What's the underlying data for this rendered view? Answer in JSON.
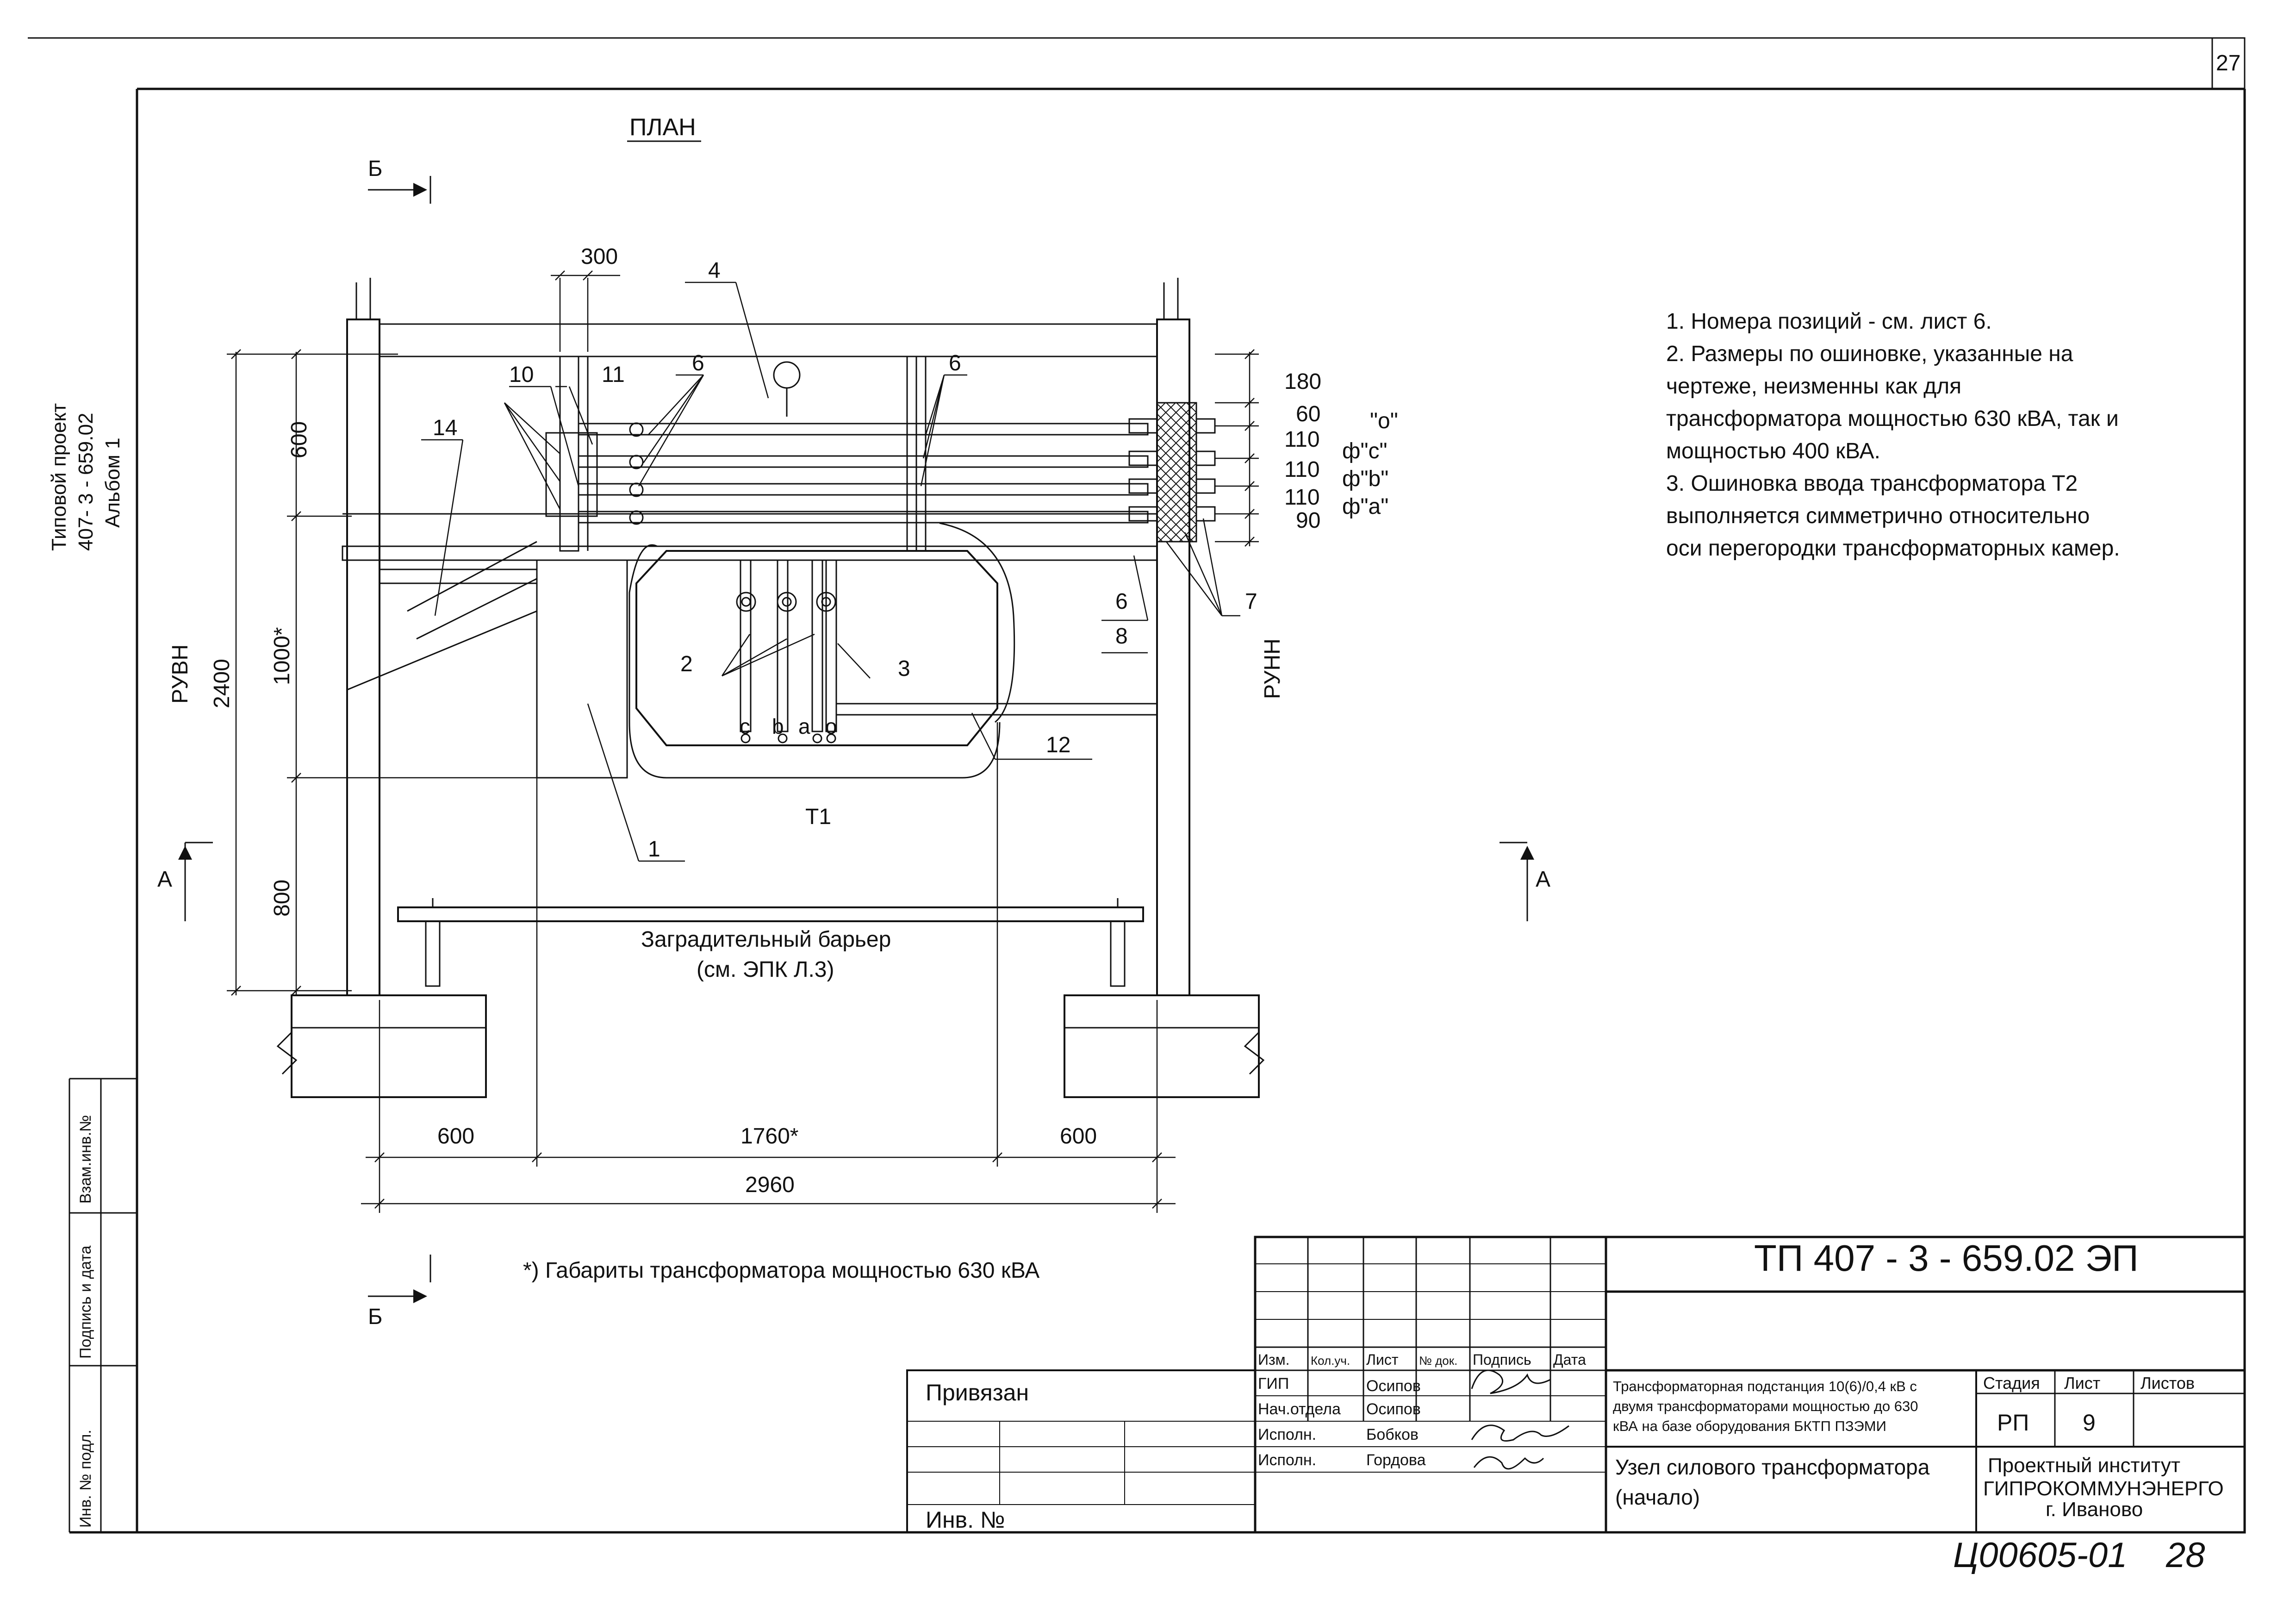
{
  "sheet": {
    "page_number": "27",
    "side_stamp": [
      "Типовой проект",
      "407- 3 - 659.02",
      "Альбом 1"
    ],
    "left_strip": [
      "Взам.инв.№",
      "Подпись и дата",
      "Инв. № подл."
    ],
    "archive_number": "Ц00605-01",
    "archive_sheet": "28"
  },
  "drawing": {
    "plan_title": "ПЛАН",
    "section_label_b": "Б",
    "section_label_a": "А",
    "rvn": "РУВН",
    "rnn": "РУНН",
    "transformer": "Т1",
    "barrier_line1": "Заградительный барьер",
    "barrier_line2": "(см. ЭПК Л.3)",
    "terminals": [
      "c",
      "b",
      "a",
      "o"
    ],
    "dims": {
      "d300": "300",
      "d600_top": "600",
      "d2400": "2400",
      "d1000": "1000*",
      "d800": "800",
      "d600_left": "600",
      "d1760": "1760*",
      "d600_right": "600",
      "d2960": "2960",
      "d180": "180",
      "d60": "60",
      "d110a": "110",
      "d110b": "110",
      "d110c": "110",
      "d90": "90"
    },
    "phases": [
      "\"о\"",
      "ф\"с\"",
      "ф\"b\"",
      "ф\"а\""
    ],
    "callouts": {
      "c1": "1",
      "c2": "2",
      "c3": "3",
      "c4": "4",
      "c6a": "6",
      "c6b": "6",
      "c6c": "6",
      "c7": "7",
      "c8": "8",
      "c10": "10",
      "c11": "11",
      "c12": "12",
      "c14": "14"
    },
    "footnote": "*) Габариты трансформатора мощностью 630 кВА"
  },
  "notes": [
    "1. Номера позиций - см. лист 6.",
    "2. Размеры по ошиновке, указанные на",
    "чертеже, неизменны как для",
    "трансформатора мощностью 630 кВА, так и",
    "мощностью 400 кВА.",
    "3. Ошиновка ввода трансформатора Т2",
    "выполняется симметрично относительно",
    "оси перегородки трансформаторных камер."
  ],
  "title_block": {
    "code": "ТП  407 - 3 - 659.02    ЭП",
    "headers": [
      "Изм.",
      "Кол.уч.",
      "Лист",
      "№ док.",
      "Подпись",
      "Дата"
    ],
    "roles": [
      {
        "role": "ГИП",
        "name": "Осипов"
      },
      {
        "role": "Нач.отдела",
        "name": "Осипов"
      },
      {
        "role": "Исполн.",
        "name": "Бобков"
      },
      {
        "role": "Исполн.",
        "name": "Гордова"
      }
    ],
    "privyazan": "Привязан",
    "inv": "Инв. №",
    "project_desc": [
      "Трансформаторная подстанция 10(6)/0,4 кВ с",
      "двумя трансформаторами мощностью до 630",
      "кВА на базе оборудования БКТП ПЗЭМИ"
    ],
    "sheet_title": [
      "Узел силового трансформатора",
      "(начало)"
    ],
    "stage_label": "Стадия",
    "sheet_label": "Лист",
    "sheets_label": "Листов",
    "stage": "РП",
    "sheet": "9",
    "org": [
      "Проектный институт",
      "ГИПРОКОММУНЭНЕРГО",
      "г. Иваново"
    ]
  }
}
